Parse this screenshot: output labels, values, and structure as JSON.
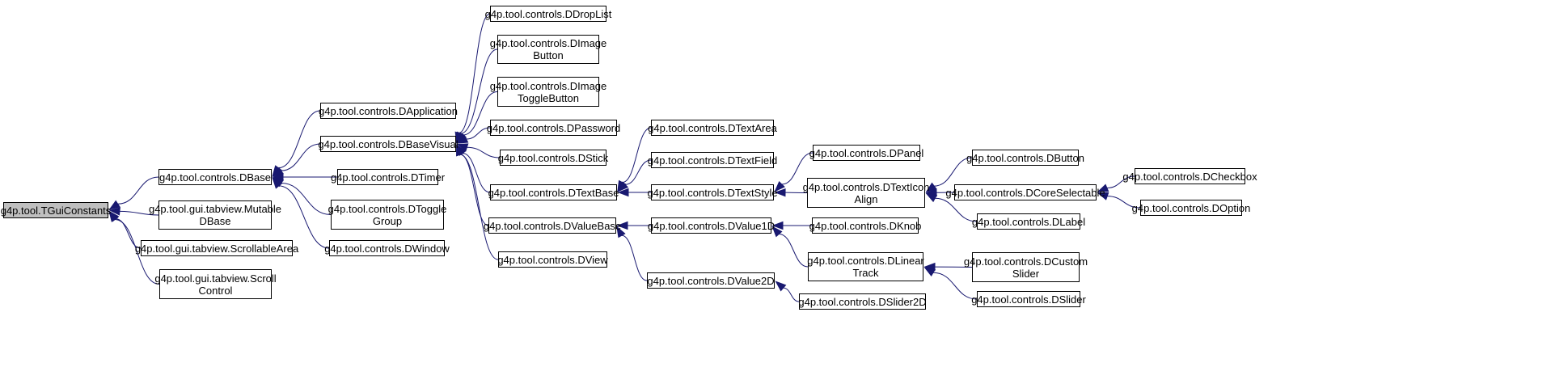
{
  "diagram": {
    "edge_color": "#191970",
    "root_fill": "#bfbfbf",
    "nodes": [
      {
        "id": "TGuiConstants",
        "lines": [
          "g4p.tool.TGuiConstants"
        ],
        "root": true
      },
      {
        "id": "DBase",
        "lines": [
          "g4p.tool.controls.DBase"
        ]
      },
      {
        "id": "MutableDBase",
        "lines": [
          "g4p.tool.gui.tabview.Mutable",
          "DBase"
        ]
      },
      {
        "id": "ScrollableArea",
        "lines": [
          "g4p.tool.gui.tabview.ScrollableArea"
        ]
      },
      {
        "id": "ScrollControl",
        "lines": [
          "g4p.tool.gui.tabview.Scroll",
          "Control"
        ]
      },
      {
        "id": "DApplication",
        "lines": [
          "g4p.tool.controls.DApplication"
        ]
      },
      {
        "id": "DBaseVisual",
        "lines": [
          "g4p.tool.controls.DBaseVisual"
        ]
      },
      {
        "id": "DTimer",
        "lines": [
          "g4p.tool.controls.DTimer"
        ]
      },
      {
        "id": "DToggleGroup",
        "lines": [
          "g4p.tool.controls.DToggle",
          "Group"
        ]
      },
      {
        "id": "DWindow",
        "lines": [
          "g4p.tool.controls.DWindow"
        ]
      },
      {
        "id": "DDropList",
        "lines": [
          "g4p.tool.controls.DDropList"
        ]
      },
      {
        "id": "DImageButton",
        "lines": [
          "g4p.tool.controls.DImage",
          "Button"
        ]
      },
      {
        "id": "DImageToggleButton",
        "lines": [
          "g4p.tool.controls.DImage",
          "ToggleButton"
        ]
      },
      {
        "id": "DPassword",
        "lines": [
          "g4p.tool.controls.DPassword"
        ]
      },
      {
        "id": "DStick",
        "lines": [
          "g4p.tool.controls.DStick"
        ]
      },
      {
        "id": "DTextBase",
        "lines": [
          "g4p.tool.controls.DTextBase"
        ]
      },
      {
        "id": "DValueBase",
        "lines": [
          "g4p.tool.controls.DValueBase"
        ]
      },
      {
        "id": "DView",
        "lines": [
          "g4p.tool.controls.DView"
        ]
      },
      {
        "id": "DTextArea",
        "lines": [
          "g4p.tool.controls.DTextArea"
        ]
      },
      {
        "id": "DTextField",
        "lines": [
          "g4p.tool.controls.DTextField"
        ]
      },
      {
        "id": "DTextStyle",
        "lines": [
          "g4p.tool.controls.DTextStyle"
        ]
      },
      {
        "id": "DValue1D",
        "lines": [
          "g4p.tool.controls.DValue1D"
        ]
      },
      {
        "id": "DValue2D",
        "lines": [
          "g4p.tool.controls.DValue2D"
        ]
      },
      {
        "id": "DPanel",
        "lines": [
          "g4p.tool.controls.DPanel"
        ]
      },
      {
        "id": "DTextIconAlign",
        "lines": [
          "g4p.tool.controls.DTextIcon",
          "Align"
        ]
      },
      {
        "id": "DKnob",
        "lines": [
          "g4p.tool.controls.DKnob"
        ]
      },
      {
        "id": "DLinearTrack",
        "lines": [
          "g4p.tool.controls.DLinear",
          "Track"
        ]
      },
      {
        "id": "DSlider2D",
        "lines": [
          "g4p.tool.controls.DSlider2D"
        ]
      },
      {
        "id": "DButton",
        "lines": [
          "g4p.tool.controls.DButton"
        ]
      },
      {
        "id": "DCoreSelectable",
        "lines": [
          "g4p.tool.controls.DCoreSelectable"
        ]
      },
      {
        "id": "DLabel",
        "lines": [
          "g4p.tool.controls.DLabel"
        ]
      },
      {
        "id": "DCustomSlider",
        "lines": [
          "g4p.tool.controls.DCustom",
          "Slider"
        ]
      },
      {
        "id": "DSlider",
        "lines": [
          "g4p.tool.controls.DSlider"
        ]
      },
      {
        "id": "DCheckbox",
        "lines": [
          "g4p.tool.controls.DCheckbox"
        ]
      },
      {
        "id": "DOption",
        "lines": [
          "g4p.tool.controls.DOption"
        ]
      }
    ],
    "edges": [
      {
        "from": "DBase",
        "to": "TGuiConstants"
      },
      {
        "from": "MutableDBase",
        "to": "TGuiConstants"
      },
      {
        "from": "ScrollableArea",
        "to": "TGuiConstants"
      },
      {
        "from": "ScrollControl",
        "to": "TGuiConstants"
      },
      {
        "from": "DApplication",
        "to": "DBase"
      },
      {
        "from": "DBaseVisual",
        "to": "DBase"
      },
      {
        "from": "DTimer",
        "to": "DBase"
      },
      {
        "from": "DToggleGroup",
        "to": "DBase"
      },
      {
        "from": "DWindow",
        "to": "DBase"
      },
      {
        "from": "DDropList",
        "to": "DBaseVisual"
      },
      {
        "from": "DImageButton",
        "to": "DBaseVisual"
      },
      {
        "from": "DImageToggleButton",
        "to": "DBaseVisual"
      },
      {
        "from": "DPassword",
        "to": "DBaseVisual"
      },
      {
        "from": "DStick",
        "to": "DBaseVisual"
      },
      {
        "from": "DTextBase",
        "to": "DBaseVisual"
      },
      {
        "from": "DValueBase",
        "to": "DBaseVisual"
      },
      {
        "from": "DView",
        "to": "DBaseVisual"
      },
      {
        "from": "DTextArea",
        "to": "DTextBase"
      },
      {
        "from": "DTextField",
        "to": "DTextBase"
      },
      {
        "from": "DTextStyle",
        "to": "DTextBase"
      },
      {
        "from": "DPanel",
        "to": "DTextStyle"
      },
      {
        "from": "DTextIconAlign",
        "to": "DTextStyle"
      },
      {
        "from": "DValue1D",
        "to": "DValueBase"
      },
      {
        "from": "DValue2D",
        "to": "DValueBase"
      },
      {
        "from": "DKnob",
        "to": "DValue1D"
      },
      {
        "from": "DLinearTrack",
        "to": "DValue1D"
      },
      {
        "from": "DSlider2D",
        "to": "DValue2D"
      },
      {
        "from": "DButton",
        "to": "DTextIconAlign"
      },
      {
        "from": "DCoreSelectable",
        "to": "DTextIconAlign"
      },
      {
        "from": "DLabel",
        "to": "DTextIconAlign"
      },
      {
        "from": "DCustomSlider",
        "to": "DLinearTrack"
      },
      {
        "from": "DSlider",
        "to": "DLinearTrack"
      },
      {
        "from": "DCheckbox",
        "to": "DCoreSelectable"
      },
      {
        "from": "DOption",
        "to": "DCoreSelectable"
      }
    ]
  }
}
